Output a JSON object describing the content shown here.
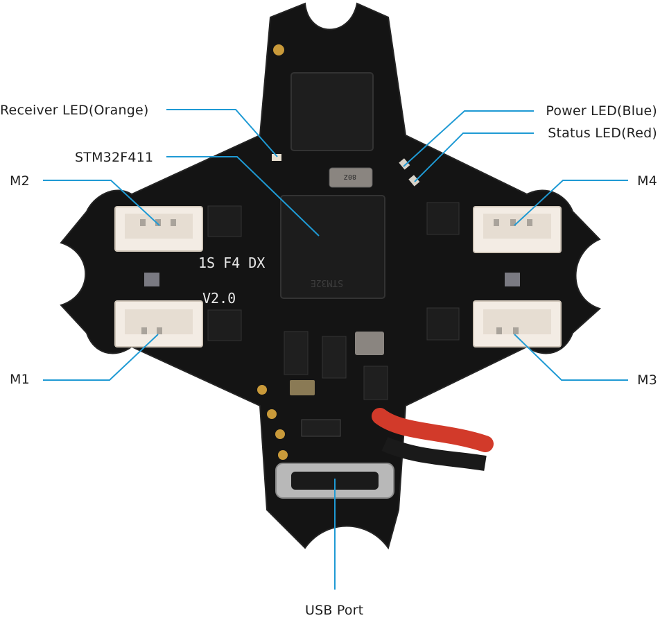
{
  "colors": {
    "leader_line": "#1f9ad4",
    "pcb": "#141414",
    "connector": "#f3ece4",
    "gold_pad": "#c99a3a"
  },
  "labels": {
    "receiver_led": "Receiver LED(Orange)",
    "mcu": "STM32F411",
    "m2": "M2",
    "m1": "M1",
    "power_led": "Power LED(Blue)",
    "status_led": "Status LED(Red)",
    "m4": "M4",
    "m3": "M3",
    "usb_port": "USB Port"
  },
  "board_silkscreen": {
    "model": "1S F4 DX",
    "version": "V2.0",
    "chip_marking": "STM32E",
    "crystal_marking": "80Z"
  }
}
